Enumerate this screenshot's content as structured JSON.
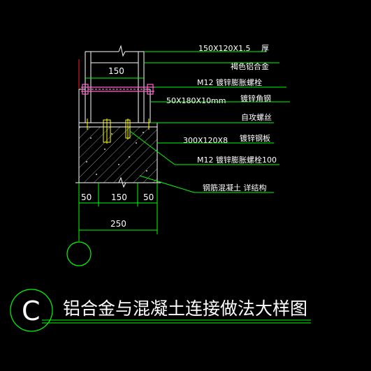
{
  "colors": {
    "background": "#000000",
    "structure": "#ffffff",
    "dimension": "#00ff00",
    "bolt": "#ff66cc",
    "anchor": "#ffff00",
    "red_line": "#ff2020"
  },
  "labels": {
    "profile": "150X120X1.5",
    "profile_thick": "厚",
    "aluminum": "褐色铝合金",
    "bolt1": "M12  镀锌膨胀螺栓",
    "angle_spec": "50X180X10mm",
    "angle": "镀锌角钢",
    "screw": "自攻螺丝",
    "plate_spec": "300X120X8",
    "plate": "镀锌钢板",
    "bolt2": "M12  镀锌膨胀螺栓100",
    "concrete": "钢筋混凝土 详结构"
  },
  "dimensions": {
    "top_width": "150",
    "left": "50",
    "middle": "150",
    "right": "50",
    "total": "250"
  },
  "title": {
    "mark": "C",
    "text": "铝合金与混凝土连接做法大样图"
  }
}
